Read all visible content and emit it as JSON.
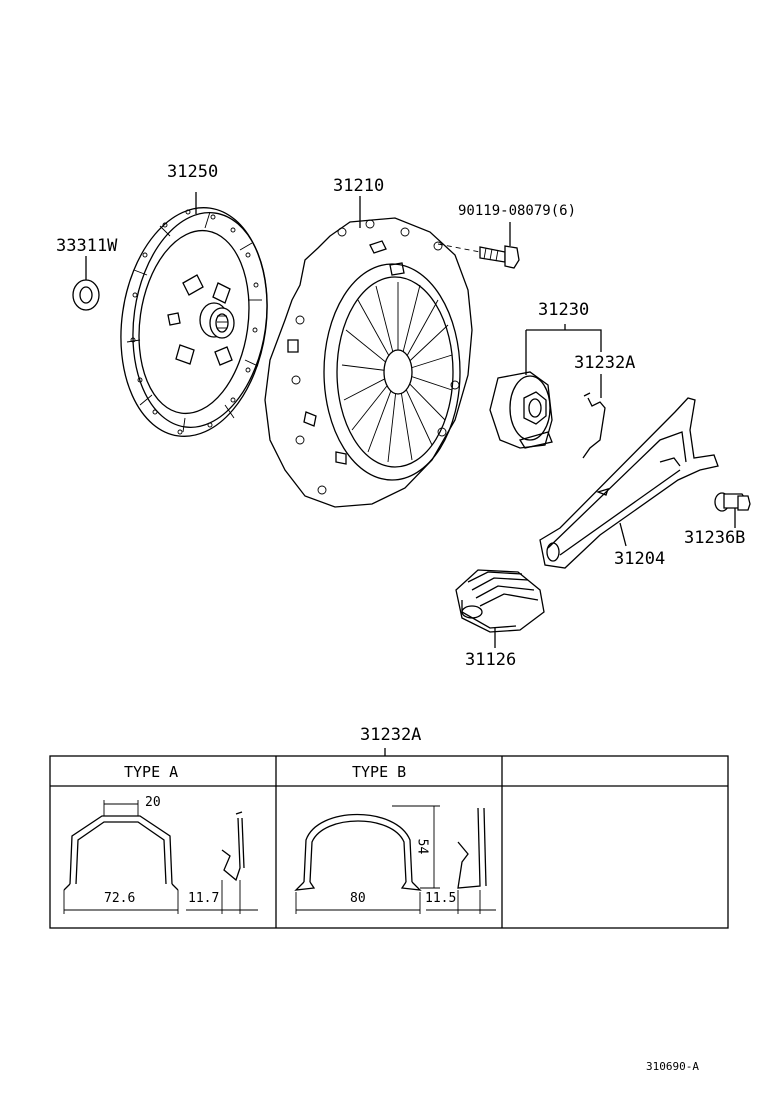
{
  "parts": {
    "clutch_disc": "31250",
    "pilot_bearing": "33311W",
    "clutch_cover": "31210",
    "bolt": "90119-08079(6)",
    "release_bearing_assy": "31230",
    "release_clip": "31232A",
    "release_fork": "31204",
    "fork_support": "31236B",
    "fork_boot": "31126"
  },
  "detail": {
    "title": "31232A",
    "type_a": {
      "label": "TYPE A",
      "dim_top": "20",
      "dim_width": "72.6",
      "dim_side": "11.7"
    },
    "type_b": {
      "label": "TYPE B",
      "dim_height": "54",
      "dim_width": "80",
      "dim_side": "11.5"
    }
  },
  "drawing_code": "310690-A"
}
